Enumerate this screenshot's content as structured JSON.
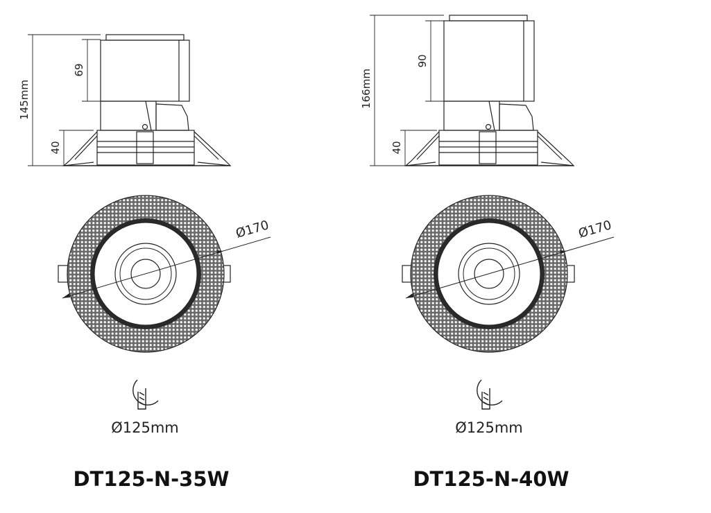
{
  "products": [
    {
      "model": "DT125-N-35W",
      "height_label": "145mm",
      "body_label": "69",
      "trim_label": "40",
      "diameter_label": "Ø170",
      "cutout_label": "Ø125mm"
    },
    {
      "model": "DT125-N-40W",
      "height_label": "166mm",
      "body_label": "90",
      "trim_label": "40",
      "diameter_label": "Ø170",
      "cutout_label": "Ø125mm"
    }
  ]
}
